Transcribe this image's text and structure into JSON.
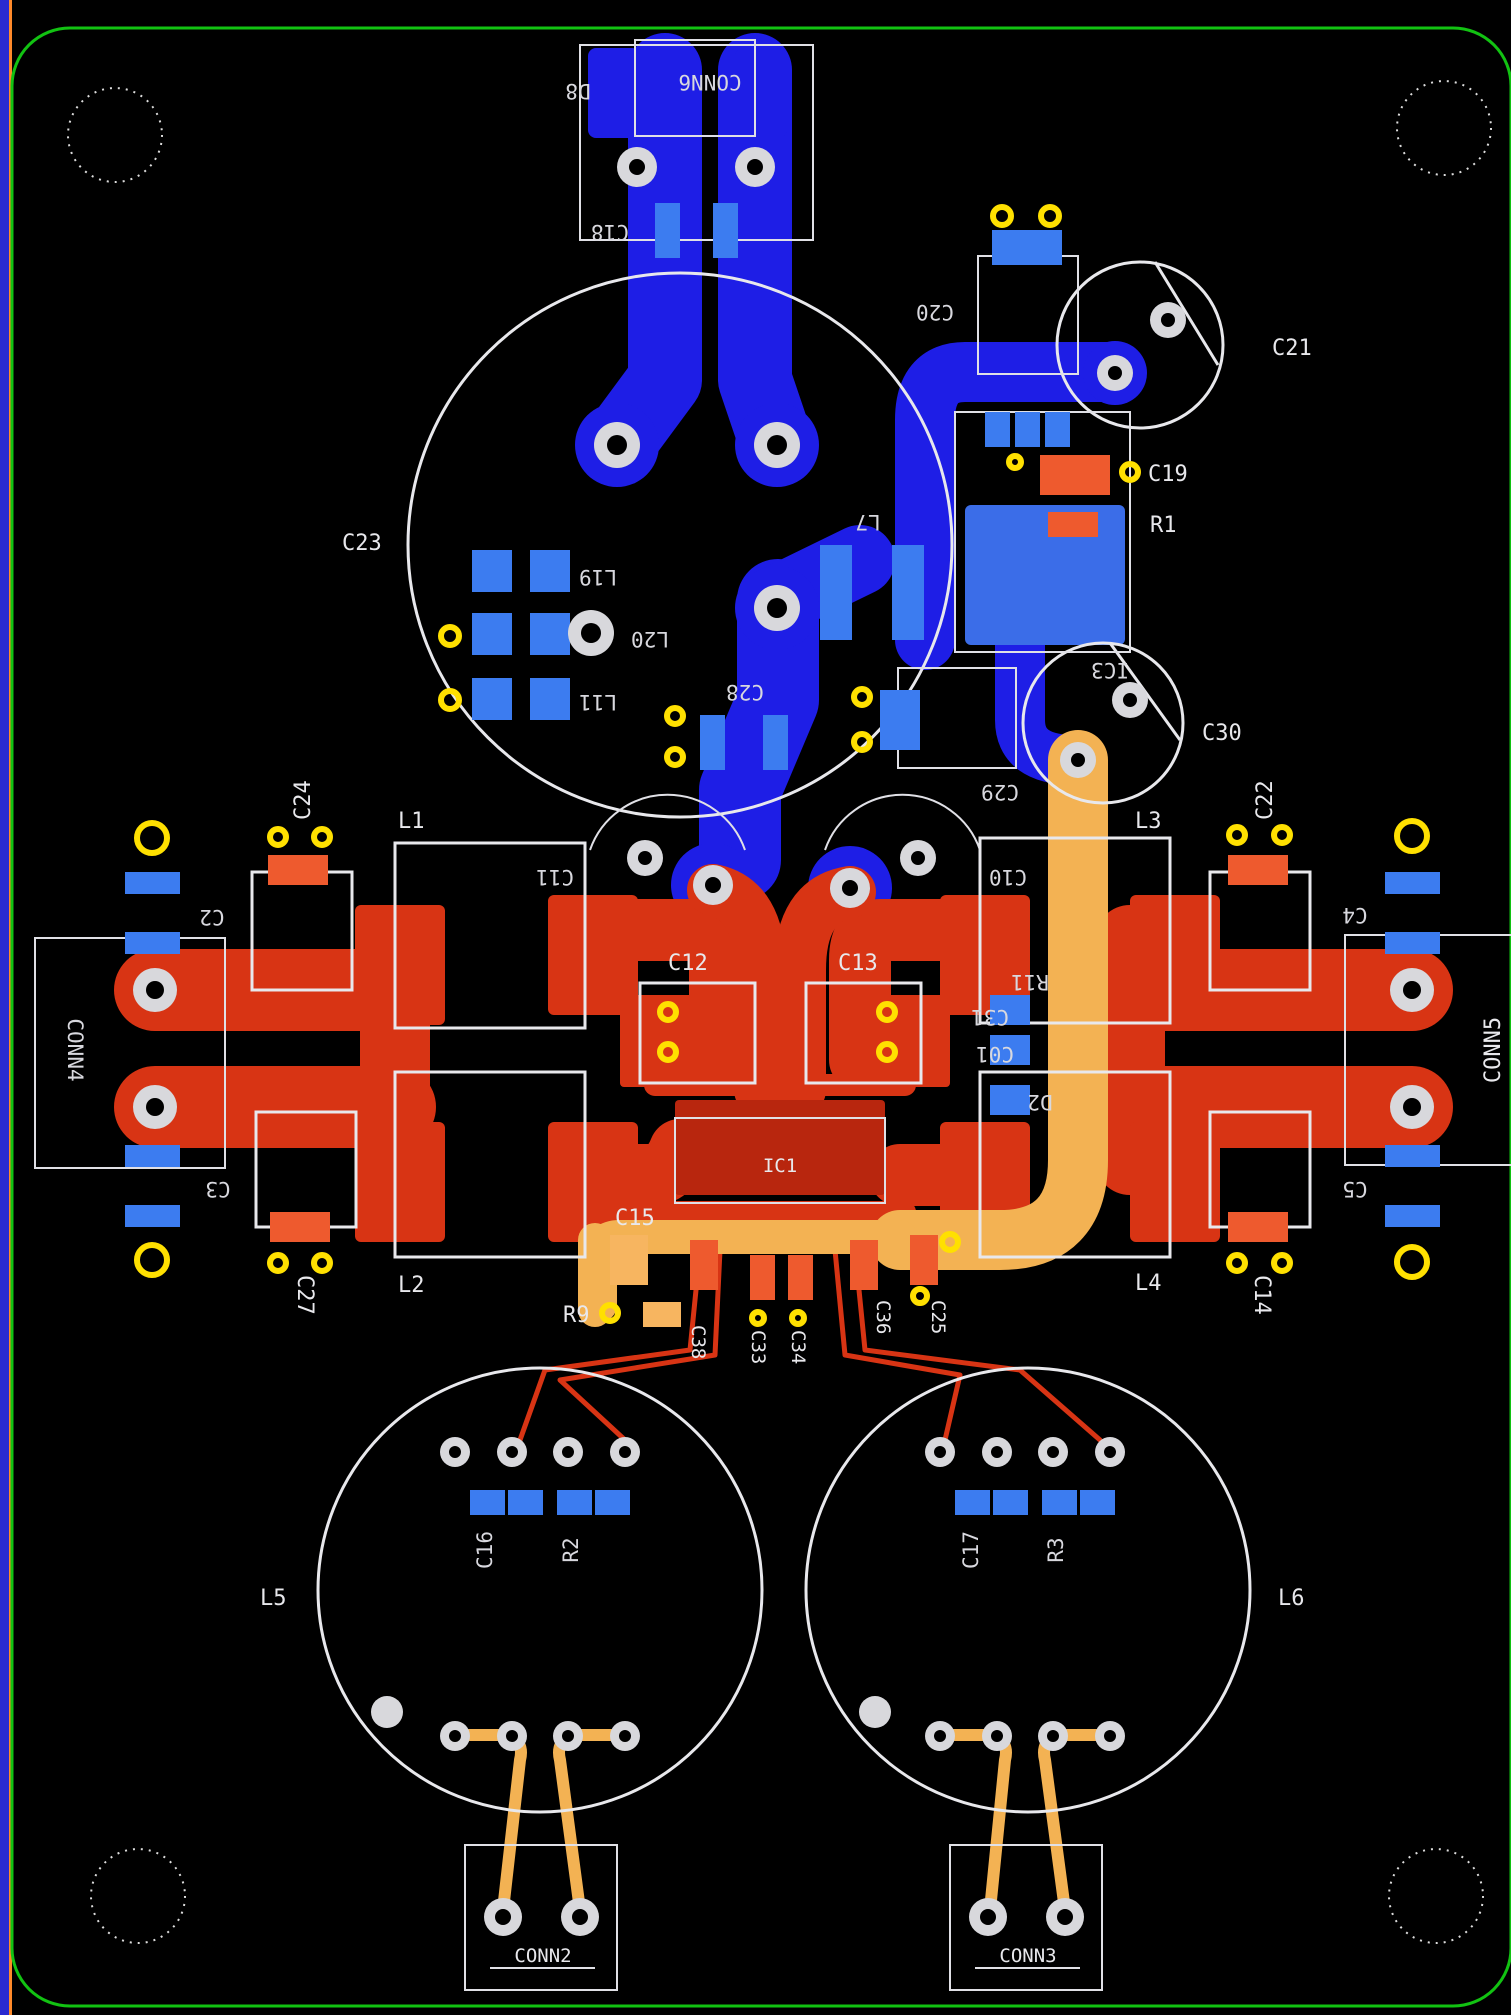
{
  "colors": {
    "background": "#000000",
    "outline": "#12c212",
    "bottom_copper": "#1e1ee6",
    "top_copper": "#d83414",
    "top_pad": "#ee5a2e",
    "bottom_pad": "#3c7cf0",
    "power_trace": "#f3b253",
    "silkscreen": "#e8e8ec",
    "via": "#ffe000"
  },
  "labels": {
    "conn6": "CONN6",
    "d8": "D8",
    "c18": "C18",
    "c20": "C20",
    "c21": "C21",
    "c19": "C19",
    "r1": "R1",
    "c23": "C23",
    "l7": "L7",
    "l19": "L19",
    "l20": "L20",
    "l11": "L11",
    "c28": "C28",
    "ic3": "IC3",
    "c30": "C30",
    "c29": "C29",
    "c24": "C24",
    "c22": "C22",
    "l1": "L1",
    "l3": "L3",
    "c2": "C2",
    "c4": "C4",
    "c11": "C11",
    "c10": "C10",
    "c12": "C12",
    "c13": "C13",
    "conn4": "CONN4",
    "conn5": "CONN5",
    "c3": "C3",
    "c5": "C5",
    "ic1": "IC1",
    "c15": "C15",
    "l2": "L2",
    "l4": "L4",
    "c27": "C27",
    "c14": "C14",
    "r9": "R9",
    "c38": "C38",
    "c33": "C33",
    "c34": "C34",
    "c36": "C36",
    "c25": "C25",
    "c16": "C16",
    "r2": "R2",
    "c17": "C17",
    "r3": "R3",
    "l5": "L5",
    "l6": "L6",
    "conn2": "CONN2",
    "conn3": "CONN3",
    "r11": "R11",
    "c31": "C31",
    "c01": "C01",
    "d2": "D2"
  }
}
